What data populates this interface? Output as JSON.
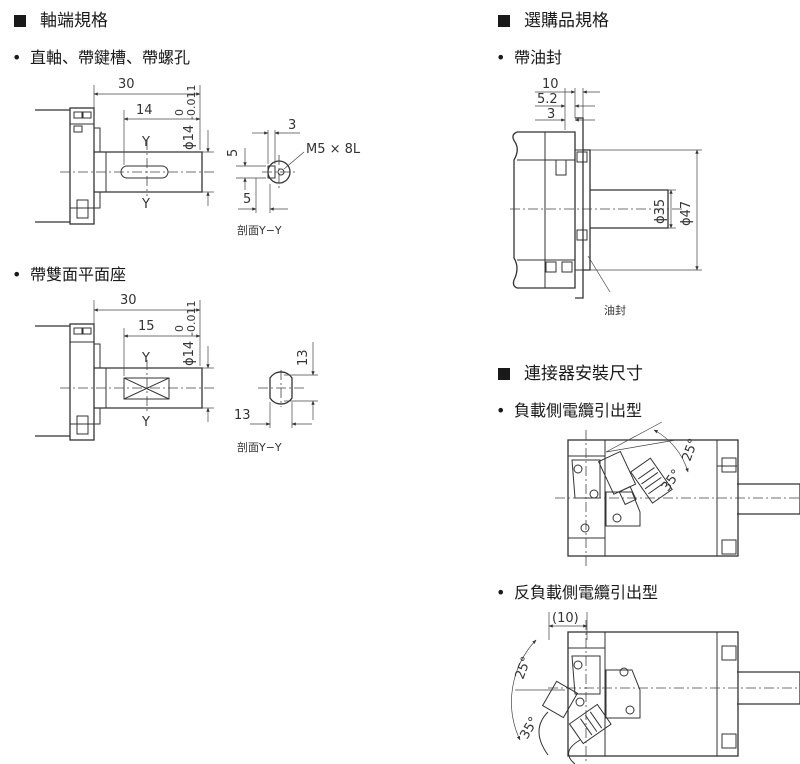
{
  "sections": {
    "shaft_end": {
      "heading": "軸端規格",
      "items": [
        {
          "label": "直軸、帶鍵槽、帶螺孔"
        },
        {
          "label": "帶雙面平面座"
        }
      ]
    },
    "options": {
      "heading": "選購品規格",
      "items": [
        {
          "label": "帶油封"
        }
      ]
    },
    "connector": {
      "heading": "連接器安裝尺寸",
      "items": [
        {
          "label": "負載側電纜引出型"
        },
        {
          "label": "反負載側電纜引出型"
        }
      ]
    }
  },
  "bullet": "•",
  "drawings": {
    "keyway": {
      "dim_30": "30",
      "dim_14": "14",
      "dim_dia": "ϕ14",
      "tol_upper": "0",
      "tol_lower": "-0.011",
      "y_top": "Y",
      "y_bottom": "Y",
      "sec_3": "3",
      "sec_5v": "5",
      "sec_5h": "5",
      "thread": "M5 × 8L",
      "section_label": "剖面Y−Y"
    },
    "flat": {
      "dim_30": "30",
      "dim_15": "15",
      "dim_dia": "ϕ14",
      "tol_upper": "0",
      "tol_lower": "-0.011",
      "y_top": "Y",
      "y_bottom": "Y",
      "sec_13v": "13",
      "sec_13h": "13",
      "section_label": "剖面Y−Y"
    },
    "oil_seal": {
      "dim_10": "10",
      "dim_52": "5.2",
      "dim_3": "3",
      "dim_35": "ϕ35",
      "dim_47": "ϕ47",
      "seal_label": "油封"
    },
    "connector_load": {
      "angle_25": "25°",
      "angle_35": "35°"
    },
    "connector_antiload": {
      "dim_10": "(10)",
      "angle_25": "25°",
      "angle_35": "35°"
    }
  }
}
